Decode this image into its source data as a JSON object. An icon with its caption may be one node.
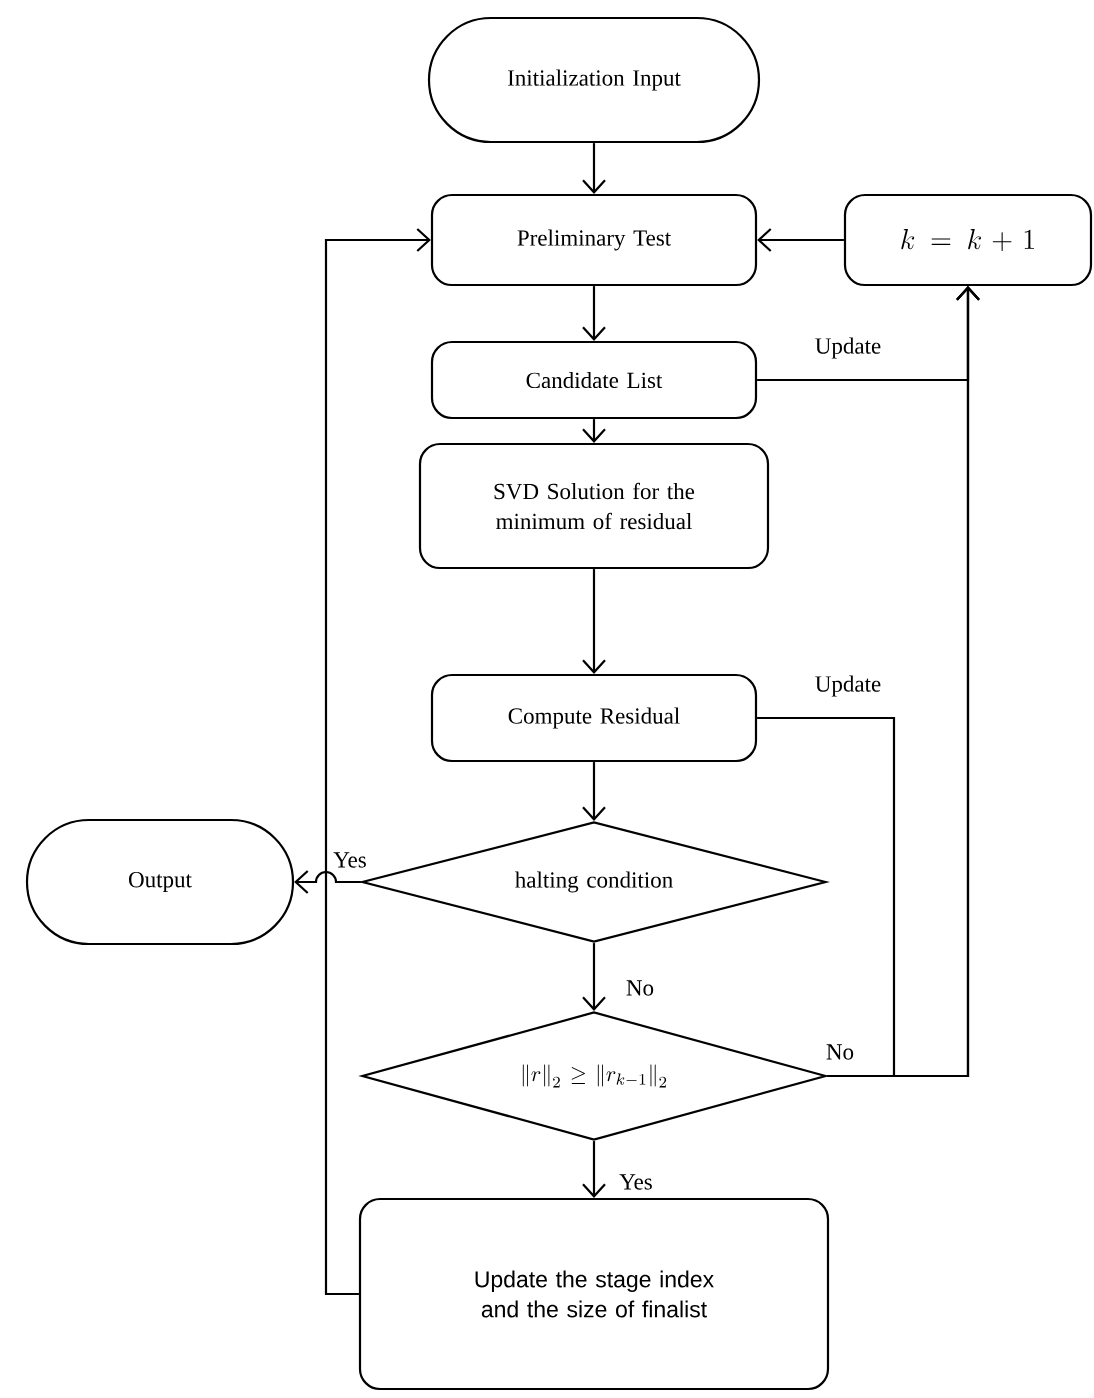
{
  "diagram": {
    "nodes": [
      {
        "text": [
          "Initialization Input"
        ]
      },
      {
        "text": [
          "Preliminary Test"
        ]
      },
      {
        "text": [
          "k=k+1"
        ]
      },
      {
        "text": [
          "Candidate List"
        ]
      },
      {
        "text": [
          "SVD Solution for the minimum of residual"
        ]
      },
      {
        "text": [
          "Compute Residual"
        ]
      },
      {
        "text": [
          "halting condition"
        ]
      },
      {
        "text": [
          "Output"
        ]
      },
      {
        "text": [
          "\\left\\|r\\right\\|_2 \\geq \\left\\|r_{k-1}\\right\\|_2"
        ]
      },
      {
        "text": [
          "Update the stage index and the size of finalist"
        ]
      }
    ],
    "edges": [
      {
        "from": 0,
        "to": 1,
        "arrow": "to"
      },
      {
        "from": 1,
        "to": 3,
        "arrow": "to"
      },
      {
        "from": 3,
        "to": 4,
        "arrow": "to"
      },
      {
        "from": 4,
        "to": 5,
        "arrow": "to"
      },
      {
        "from": 5,
        "to": 6,
        "arrow": "to"
      },
      {
        "from": 6,
        "to": 7,
        "arrow": "to",
        "label": "Yes"
      },
      {
        "from": 6,
        "to": 8,
        "arrow": "to",
        "label": "No"
      },
      {
        "from": 8,
        "to": 9,
        "arrow": "to",
        "label": "Yes"
      },
      {
        "from": 9,
        "to": 1,
        "arrow": "to"
      },
      {
        "from": 2,
        "to": 1,
        "arrow": "to"
      },
      {
        "from": 3,
        "to": 2,
        "arrow": "to",
        "label": "Update"
      },
      {
        "from": 5,
        "to": 2,
        "arrow": "to",
        "label": "Update"
      },
      {
        "from": 8,
        "to": 2,
        "arrow": "to",
        "label": "No"
      }
    ]
  }
}
